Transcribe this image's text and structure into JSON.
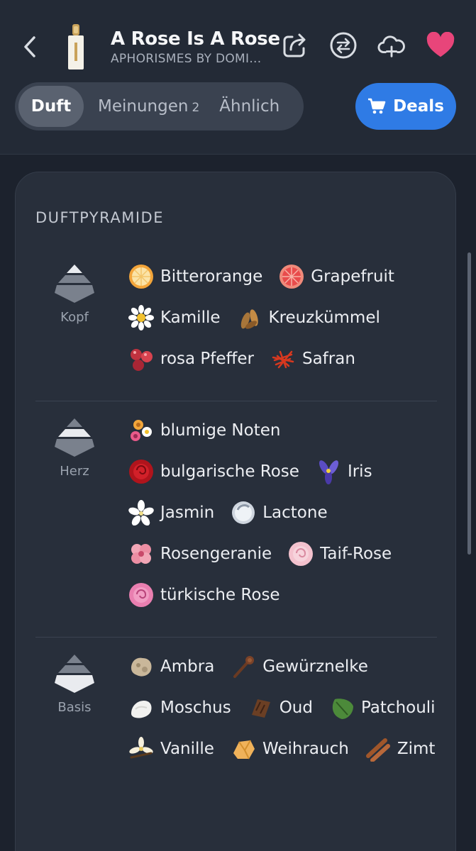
{
  "header": {
    "title": "A Rose Is A Rose",
    "subtitle": "APHORISMES BY DOMI...",
    "icons": [
      "back-chevron",
      "share-icon",
      "compare-icon",
      "cloud-add-icon",
      "heart-icon"
    ]
  },
  "tabs": {
    "items": [
      {
        "label": "Duft",
        "active": true
      },
      {
        "label": "Meinungen",
        "count": "2"
      },
      {
        "label": "Ähnlich"
      }
    ],
    "deals_label": "Deals"
  },
  "pyramid": {
    "title": "DUFTPYRAMIDE",
    "levels": [
      {
        "label": "Kopf",
        "notes": [
          "Bitterorange",
          "Grapefruit",
          "Kamille",
          "Kreuzkümmel",
          "rosa Pfeffer",
          "Safran"
        ]
      },
      {
        "label": "Herz",
        "notes": [
          "blumige Noten",
          "bulgarische Rose",
          "Iris",
          "Jasmin",
          "Lactone",
          "Rosengeranie",
          "Taif-Rose",
          "türkische Rose"
        ]
      },
      {
        "label": "Basis",
        "notes": [
          "Ambra",
          "Gewürznelke",
          "Moschus",
          "Oud",
          "Patchouli",
          "Vanille",
          "Weihrauch",
          "Zimt"
        ]
      }
    ]
  },
  "colors": {
    "accent": "#2f7be5",
    "heart": "#e8457a",
    "background": "#1c222d",
    "card": "#282f3b"
  }
}
